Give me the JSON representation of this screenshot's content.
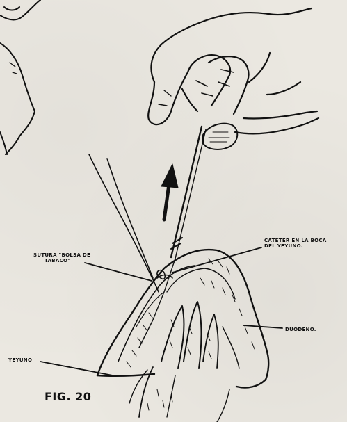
{
  "labels": {
    "sutura_line1": "Sutura \"Bolsa de",
    "sutura_line2": "tabaco\"",
    "cateter_line1": "Cateter en la boca",
    "cateter_line2": "del yeyuno.",
    "duodeno": "Duodeno.",
    "yeyuno": "Yeyuno",
    "figure": "Fig. 20"
  },
  "colors": {
    "ink": "#111111",
    "paper": "#ebe8e1"
  }
}
